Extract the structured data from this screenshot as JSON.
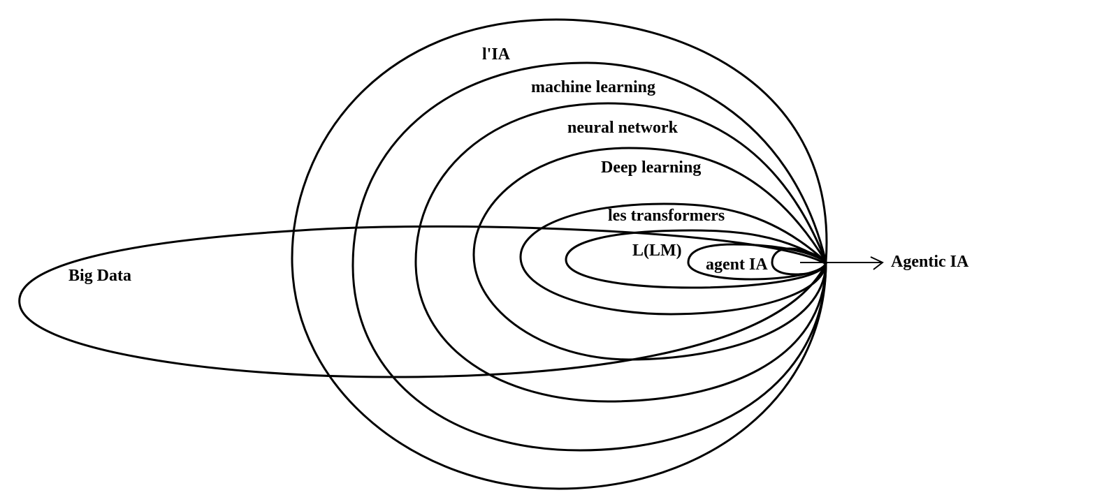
{
  "diagram": {
    "labels": {
      "ia": "l'IA",
      "machine_learning": "machine learning",
      "neural_network": "neural network",
      "deep_learning": "Deep learning",
      "transformers": "les transformers",
      "llm": "L(LM)",
      "agent": "agent IA",
      "agentic": "Agentic IA",
      "big_data": "Big Data"
    },
    "colors": {
      "stroke": "#000000",
      "background": "#ffffff"
    }
  }
}
